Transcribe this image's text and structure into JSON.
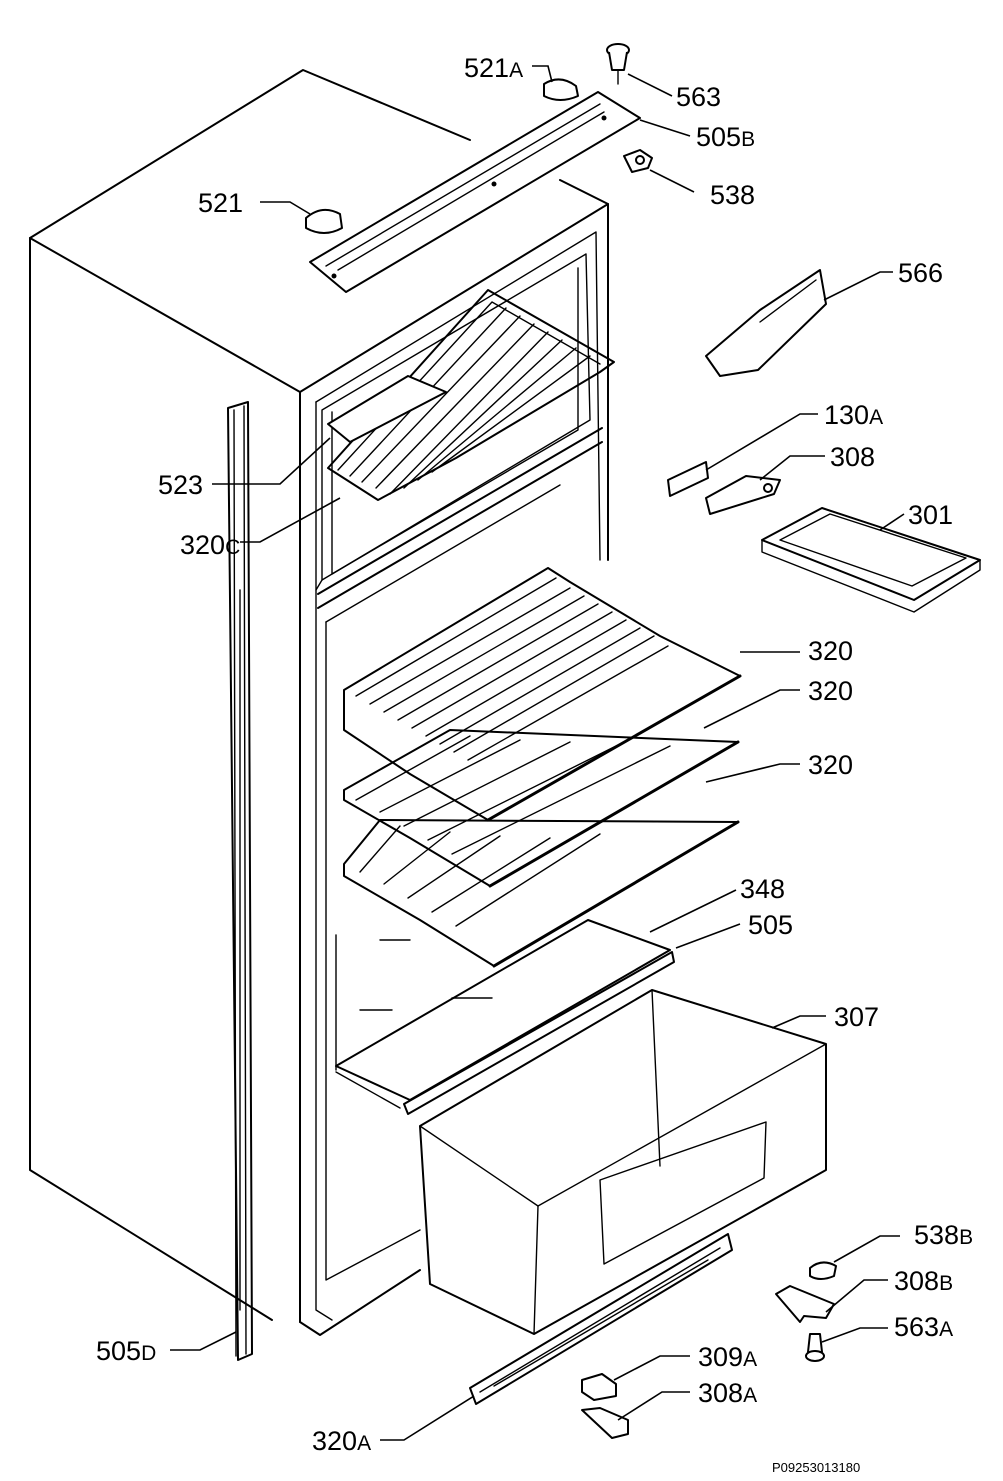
{
  "labels": {
    "p521a": {
      "num": "521",
      "suffix": "A"
    },
    "p563": {
      "num": "563",
      "suffix": ""
    },
    "p505b": {
      "num": "505",
      "suffix": "B"
    },
    "p538": {
      "num": "538",
      "suffix": ""
    },
    "p521": {
      "num": "521",
      "suffix": ""
    },
    "p566": {
      "num": "566",
      "suffix": ""
    },
    "p130a": {
      "num": "130",
      "suffix": "A"
    },
    "p308": {
      "num": "308",
      "suffix": ""
    },
    "p301": {
      "num": "301",
      "suffix": ""
    },
    "p523": {
      "num": "523",
      "suffix": ""
    },
    "p320c": {
      "num": "320",
      "suffix": "C"
    },
    "p320_1": {
      "num": "320",
      "suffix": ""
    },
    "p320_2": {
      "num": "320",
      "suffix": ""
    },
    "p320_3": {
      "num": "320",
      "suffix": ""
    },
    "p348": {
      "num": "348",
      "suffix": ""
    },
    "p505": {
      "num": "505",
      "suffix": ""
    },
    "p307": {
      "num": "307",
      "suffix": ""
    },
    "p538b": {
      "num": "538",
      "suffix": "B"
    },
    "p308b": {
      "num": "308",
      "suffix": "B"
    },
    "p563a": {
      "num": "563",
      "suffix": "A"
    },
    "p505d": {
      "num": "505",
      "suffix": "D"
    },
    "p309a": {
      "num": "309",
      "suffix": "A"
    },
    "p308a": {
      "num": "308",
      "suffix": "A"
    },
    "p320a": {
      "num": "320",
      "suffix": "A"
    }
  },
  "reference_code": "P09253013180"
}
